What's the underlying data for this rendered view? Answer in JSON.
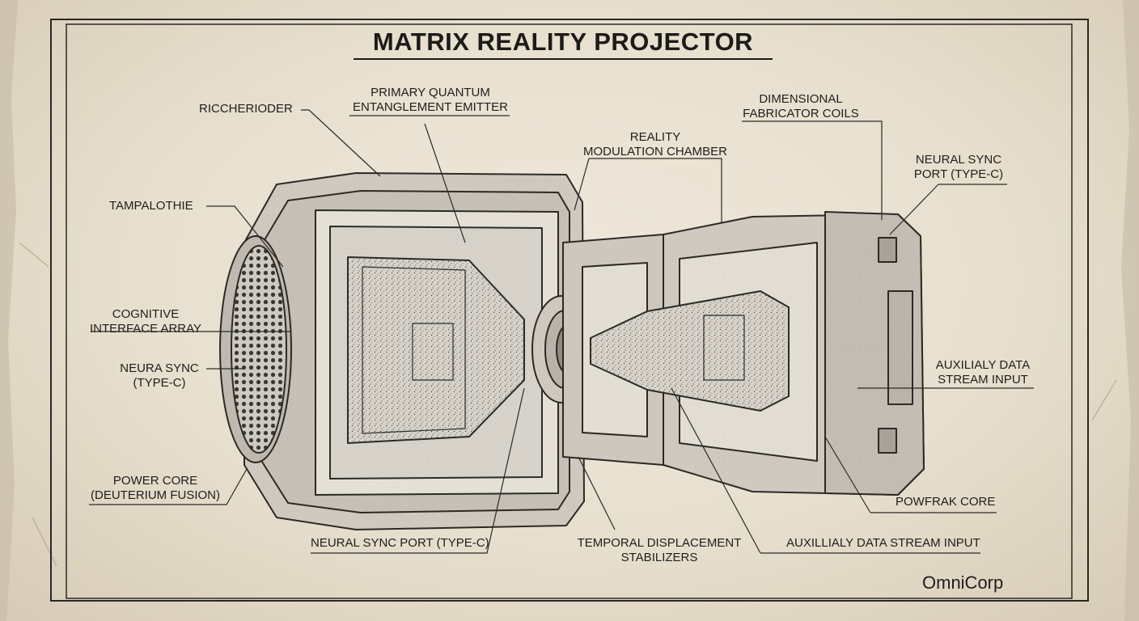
{
  "title": "MATRIX REALITY PROJECTOR",
  "brand": "OmniCorp",
  "labels": {
    "riccherioder": "RICCHERIODER",
    "quantum_emitter_1": "PRIMARY QUANTUM",
    "quantum_emitter_2": "ENTANGLEMENT EMITTER",
    "dimensional_1": "DIMENSIONAL",
    "dimensional_2": "FABRICATOR COILS",
    "reality_1": "REALITY",
    "reality_2": "MODULATION CHAMBER",
    "neural_port_right_1": "NEURAL SYNC",
    "neural_port_right_2": "PORT (TYPE-C)",
    "tampalothie": "TAMPALOTHIE",
    "cognitive_1": "COGNITIVE",
    "cognitive_2": "INTERFACE ARRAY",
    "neura_sync_1": "NEURA SYNC",
    "neura_sync_2": "(TYPE-C)",
    "aux_right_1": "AUXILIALY DATA",
    "aux_right_2": "STREAM INPUT",
    "power_core_1": "POWER CORE",
    "power_core_2": "(DEUTERIUM FUSION)",
    "powfrak_core": "POWFRAK CORE",
    "neural_port_bottom": "NEURAL SYNC PORT (TYPE-C)",
    "temporal_1": "TEMPORAL DISPLACEMENT",
    "temporal_2": "STABILIZERS",
    "aux_bottom": "AUXILLIALY DATA STREAM INPUT"
  }
}
